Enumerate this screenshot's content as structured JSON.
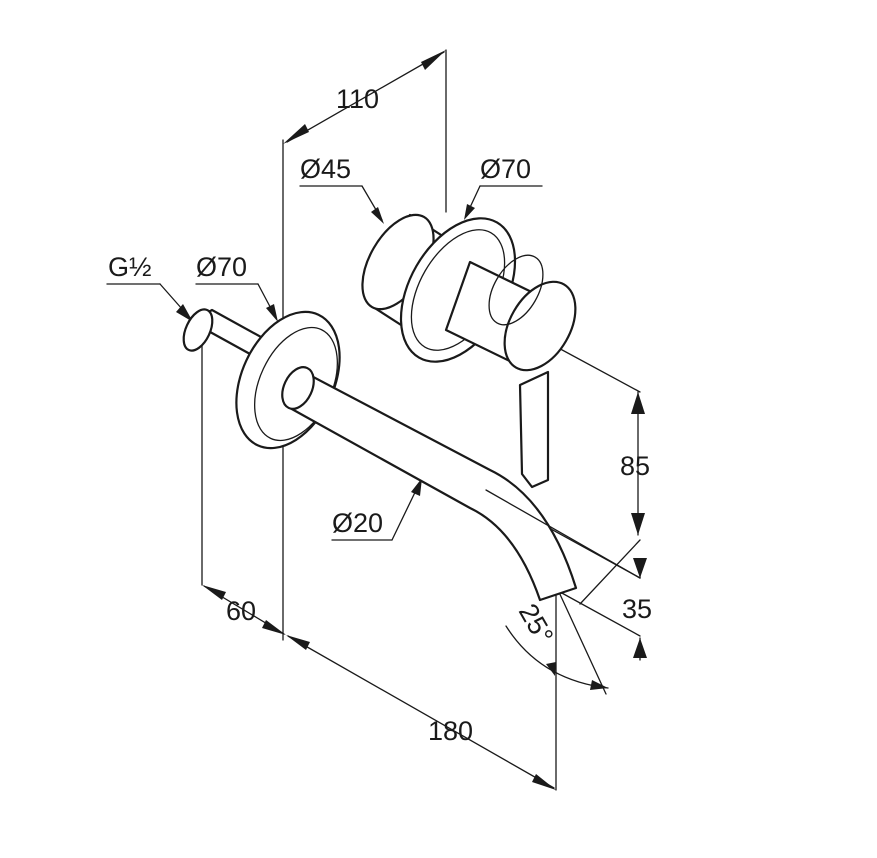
{
  "drawing": {
    "labels": {
      "width_110": "110",
      "dia_45": "Ø45",
      "dia_70_rosette_handle": "Ø70",
      "thread_g": "G½",
      "dia_70_rosette_spout": "Ø70",
      "dia_20": "Ø20",
      "height_85": "85",
      "height_35": "35",
      "length_60": "60",
      "length_180": "180",
      "angle_25": "25°"
    }
  }
}
